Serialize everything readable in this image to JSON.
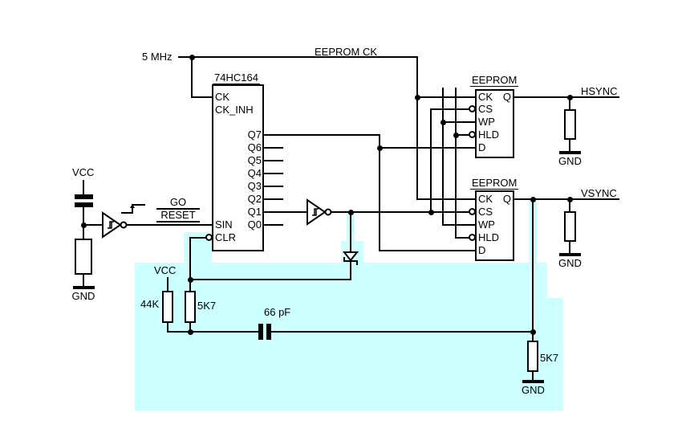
{
  "highlight_color": "#ccffff",
  "nets": {
    "clock": "5 MHz",
    "eeprom_ck": "EEPROM CK"
  },
  "ic_shift_register": {
    "title": "74HC164",
    "left_pins": [
      "CK",
      "CK_INH",
      "SIN",
      "CLR"
    ],
    "right_pins": [
      "Q7",
      "Q6",
      "Q5",
      "Q4",
      "Q3",
      "Q2",
      "Q1",
      "Q0"
    ]
  },
  "eeprom_top": {
    "title": "EEPROM",
    "pins": [
      "CK",
      "CS",
      "WP",
      "HLD",
      "D"
    ],
    "output_pin": "Q",
    "net": "HSYNC",
    "gnd": "GND"
  },
  "eeprom_bottom": {
    "title": "EEPROM",
    "pins": [
      "CK",
      "CS",
      "WP",
      "HLD",
      "D"
    ],
    "output_pin": "Q",
    "net": "VSYNC",
    "gnd": "GND"
  },
  "por": {
    "vcc": "VCC",
    "go": "GO",
    "reset": "RESET",
    "gnd": "GND"
  },
  "rc": {
    "vcc": "VCC",
    "r_pullup": "44K",
    "r_clr": "5K7",
    "cap": "66 pF",
    "r_out": "5K7",
    "gnd": "GND"
  }
}
